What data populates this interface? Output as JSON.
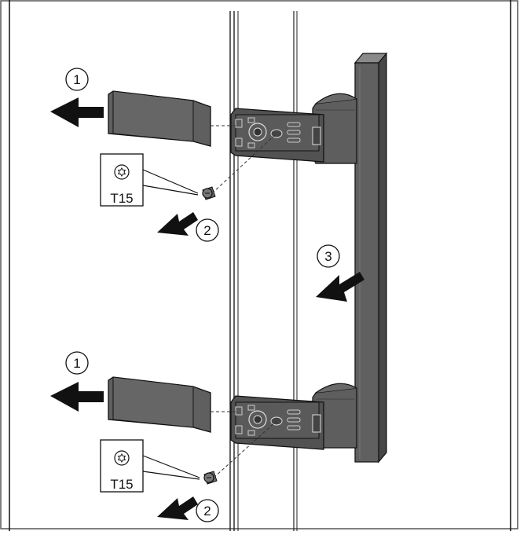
{
  "diagram": {
    "steps": [
      {
        "label": "1"
      },
      {
        "label": "2"
      },
      {
        "label": "3"
      },
      {
        "label": "1"
      },
      {
        "label": "2"
      }
    ],
    "tool_badges": [
      {
        "label": "T15",
        "icon": "torx-icon"
      },
      {
        "label": "T15",
        "icon": "torx-icon"
      }
    ],
    "colors": {
      "part_fill": "#5f5f5f",
      "part_dark": "#3d3d3d",
      "arrow": "#111111",
      "outline": "#111111",
      "frame": "#6a6a6a"
    }
  }
}
